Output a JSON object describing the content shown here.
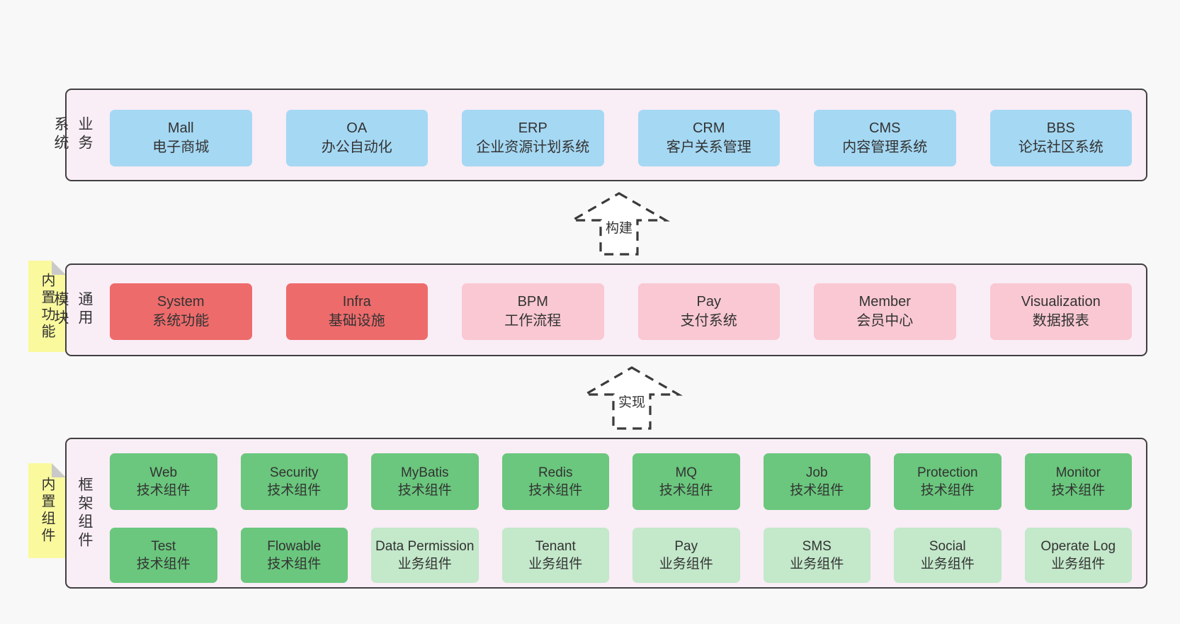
{
  "colors": {
    "page_bg": "#f8f8f8",
    "container_bg": "#f9edf6",
    "container_border": "#404040",
    "note_yellow": "#faf99d",
    "note_fold_gray": "#c9c9c9",
    "text": "#333333",
    "arrow_fill": "#ffffff",
    "blue": "#a5d8f3",
    "red": "#ee6b6b",
    "pink": "#f9c8d2",
    "green": "#6ac77d",
    "lightgreen": "#c3e8ca"
  },
  "notes": {
    "features": "内置功能",
    "components": "内置组件"
  },
  "arrows": {
    "build": {
      "label": "构建"
    },
    "implement": {
      "label": "实现"
    }
  },
  "layers": {
    "business": {
      "label": "业务系统",
      "boxes": [
        {
          "id": "mall",
          "name": "Mall",
          "desc": "电子商城",
          "type": "blue"
        },
        {
          "id": "oa",
          "name": "OA",
          "desc": "办公自动化",
          "type": "blue"
        },
        {
          "id": "erp",
          "name": "ERP",
          "desc": "企业资源计划系统",
          "type": "blue"
        },
        {
          "id": "crm",
          "name": "CRM",
          "desc": "客户关系管理",
          "type": "blue"
        },
        {
          "id": "cms",
          "name": "CMS",
          "desc": "内容管理系统",
          "type": "blue"
        },
        {
          "id": "bbs",
          "name": "BBS",
          "desc": "论坛社区系统",
          "type": "blue"
        }
      ]
    },
    "modules": {
      "label": "通用模块",
      "boxes": [
        {
          "id": "system",
          "name": "System",
          "desc": "系统功能",
          "type": "red"
        },
        {
          "id": "infra",
          "name": "Infra",
          "desc": "基础设施",
          "type": "red"
        },
        {
          "id": "bpm",
          "name": "BPM",
          "desc": "工作流程",
          "type": "pink"
        },
        {
          "id": "pay",
          "name": "Pay",
          "desc": "支付系统",
          "type": "pink"
        },
        {
          "id": "member",
          "name": "Member",
          "desc": "会员中心",
          "type": "pink"
        },
        {
          "id": "visualization",
          "name": "Visualization",
          "desc": "数据报表",
          "type": "pink"
        }
      ]
    },
    "components": {
      "label": "框架组件",
      "row1": [
        {
          "id": "web",
          "name": "Web",
          "desc": "技术组件",
          "type": "green"
        },
        {
          "id": "security",
          "name": "Security",
          "desc": "技术组件",
          "type": "green"
        },
        {
          "id": "mybatis",
          "name": "MyBatis",
          "desc": "技术组件",
          "type": "green"
        },
        {
          "id": "redis",
          "name": "Redis",
          "desc": "技术组件",
          "type": "green"
        },
        {
          "id": "mq",
          "name": "MQ",
          "desc": "技术组件",
          "type": "green"
        },
        {
          "id": "job",
          "name": "Job",
          "desc": "技术组件",
          "type": "green"
        },
        {
          "id": "protection",
          "name": "Protection",
          "desc": "技术组件",
          "type": "green"
        },
        {
          "id": "monitor",
          "name": "Monitor",
          "desc": "技术组件",
          "type": "green"
        }
      ],
      "row2": [
        {
          "id": "test",
          "name": "Test",
          "desc": "技术组件",
          "type": "green"
        },
        {
          "id": "flowable",
          "name": "Flowable",
          "desc": "技术组件",
          "type": "green"
        },
        {
          "id": "data-permission",
          "name": "Data Permission",
          "desc": "业务组件",
          "type": "lightgreen"
        },
        {
          "id": "tenant",
          "name": "Tenant",
          "desc": "业务组件",
          "type": "lightgreen"
        },
        {
          "id": "pay-component",
          "name": "Pay",
          "desc": "业务组件",
          "type": "lightgreen"
        },
        {
          "id": "sms",
          "name": "SMS",
          "desc": "业务组件",
          "type": "lightgreen"
        },
        {
          "id": "social",
          "name": "Social",
          "desc": "业务组件",
          "type": "lightgreen"
        },
        {
          "id": "operate-log",
          "name": "Operate Log",
          "desc": "业务组件",
          "type": "lightgreen"
        }
      ]
    }
  }
}
